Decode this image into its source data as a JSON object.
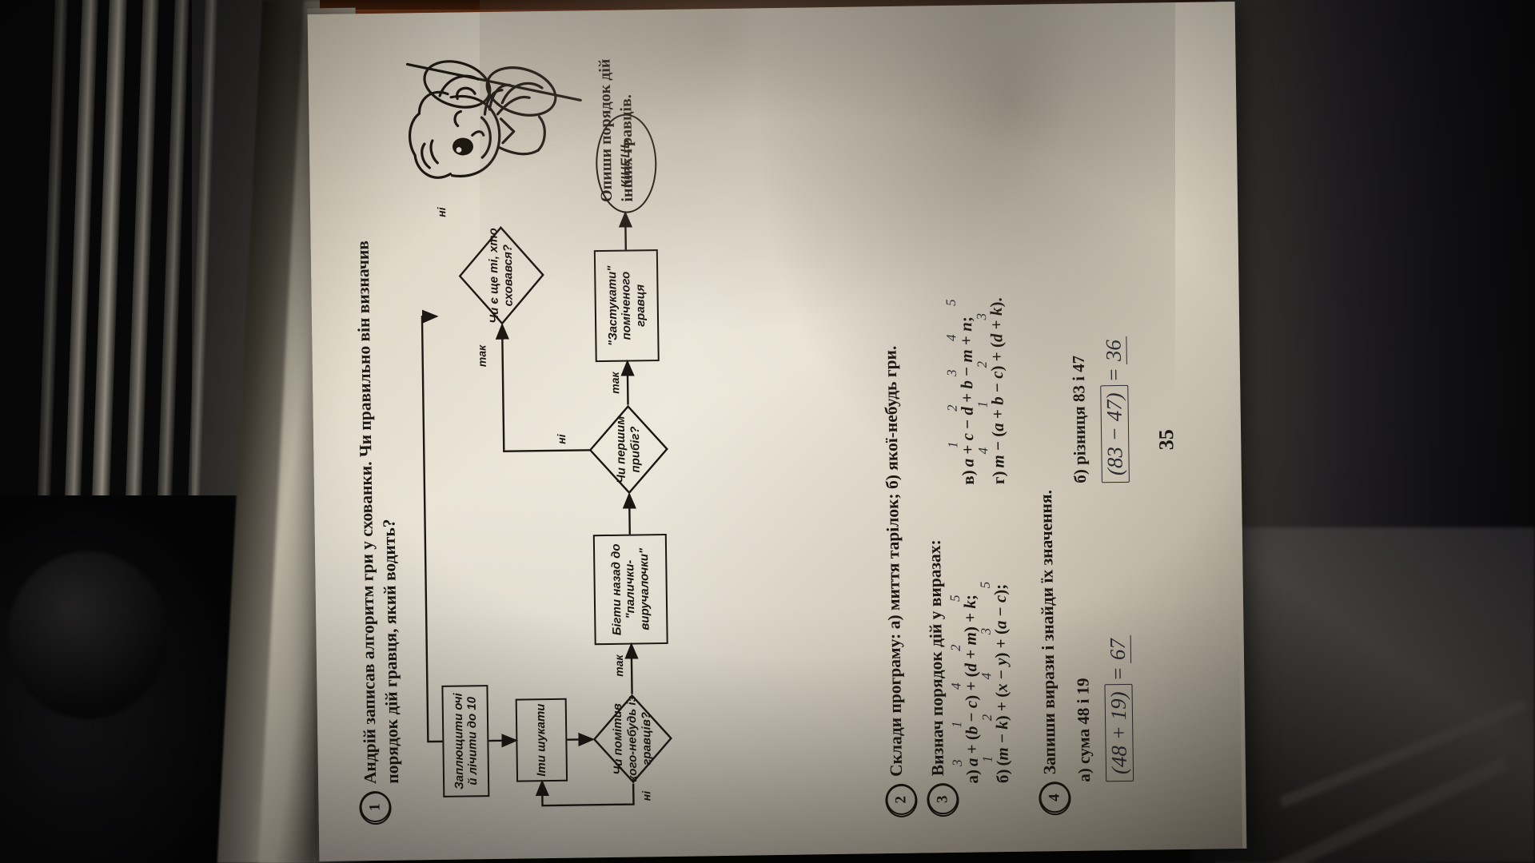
{
  "photo": {
    "description": "Photograph of an open Ukrainian school textbook page lying on a kitchen counter next to a stove grill",
    "page_number": "35"
  },
  "exercises": [
    {
      "number": "1",
      "text": "Андрій записав алгоритм гри у схованки.  Чи правильно він визначив порядок дій гравця, який водить?"
    },
    {
      "number": "2",
      "text": "Склади програму:  а) миття тарілок;  б) якої-небудь гри."
    },
    {
      "number": "3",
      "text": "Визнач порядок дій у виразах:"
    },
    {
      "number": "4",
      "text": "Запиши вирази і знайди їх значення."
    }
  ],
  "caption": "Опиши порядок дій інших гравців.",
  "flowchart": {
    "nodes": [
      {
        "id": "start",
        "type": "process",
        "label": "Заплющити очі й лічити  до 10"
      },
      {
        "id": "search",
        "type": "process",
        "label": "Іти шукати"
      },
      {
        "id": "noticed",
        "type": "decision",
        "label": "Чи помітив кого-небудь із гравців?"
      },
      {
        "id": "runback",
        "type": "process",
        "label": "Бігти назад до \"палички-виручалочки\""
      },
      {
        "id": "first",
        "type": "decision",
        "label": "Чи першим прибіг?"
      },
      {
        "id": "knock",
        "type": "process",
        "label": "\"Застукати\" поміченого гравця"
      },
      {
        "id": "anyone",
        "type": "decision",
        "label": "Чи є ще ті, хто сховався?"
      },
      {
        "id": "end",
        "type": "terminal",
        "label": "КІНЕЦЬ"
      }
    ],
    "edge_labels": {
      "yes": "так",
      "no": "ні"
    }
  },
  "task3": {
    "items": [
      {
        "marker": "а)",
        "expr_html": "<i>a</i> + (<i>b</i> − <i>c</i>) + (<i>d</i> + <i>m</i>) + <i>k</i>;",
        "order": [
          "3",
          "1",
          "4",
          "2",
          "5"
        ]
      },
      {
        "marker": "б)",
        "expr_html": "(<i>m</i> − <i>k</i>) + (<i>x</i> − <i>y</i>) + (<i>a</i> − <i>c</i>);",
        "order": [
          "1",
          "2",
          "4",
          "3",
          "5"
        ]
      },
      {
        "marker": "в)",
        "expr_html": "<i>a</i> + <i>c</i> − <i>d</i> + <i>b</i> − <i>m</i> + <i>n</i>;",
        "order": [
          "1",
          "2",
          "3",
          "4",
          "5"
        ]
      },
      {
        "marker": "г)",
        "expr_html": "<i>m</i> − (<i>a</i> + <i>b</i> − <i>c</i>) + (<i>d</i> + <i>k</i>).",
        "order": [
          "4",
          "1",
          "2",
          "3"
        ]
      }
    ]
  },
  "task4": {
    "items": [
      {
        "label": "а) сума 48 і 19",
        "written_expr": "(48 + 19)",
        "equals": "=",
        "answer": "67"
      },
      {
        "label": "б) різниця 83 і 47",
        "written_expr": "(83 − 47)",
        "equals": "=",
        "answer": "36"
      }
    ]
  }
}
